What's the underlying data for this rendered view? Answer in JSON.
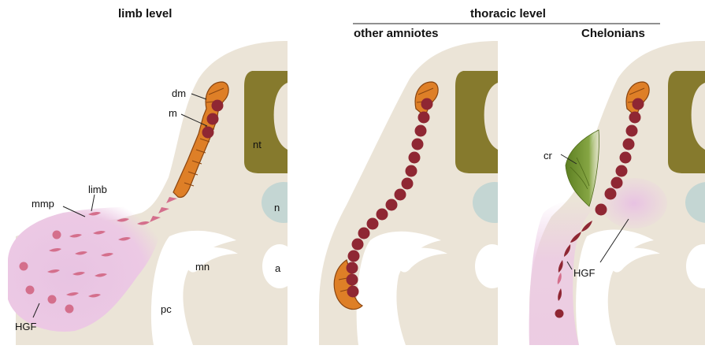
{
  "headers": {
    "limb_level": "limb level",
    "thoracic_level": "thoracic level",
    "other_amniotes": "other amniotes",
    "chelonians": "Chelonians"
  },
  "labels": {
    "dm": "dm",
    "m": "m",
    "nt": "nt",
    "n": "n",
    "mn": "mn",
    "a": "a",
    "pc": "pc",
    "limb": "limb",
    "mmp": "mmp",
    "hgf_left": "HGF",
    "cr": "cr",
    "hgf_right": "HGF"
  },
  "colors": {
    "tissue": "#ebe4d7",
    "neural_tube": "#867a2d",
    "notochord": "#c4d6d3",
    "dermomyotome": "#de7f27",
    "dermomyotome_stroke": "#8a4510",
    "myotome_cell": "#8f2733",
    "hgf_field": "#e9c6e4",
    "mmp": "#d46f8c",
    "carapacial_ridge": "#6f8f2c"
  }
}
